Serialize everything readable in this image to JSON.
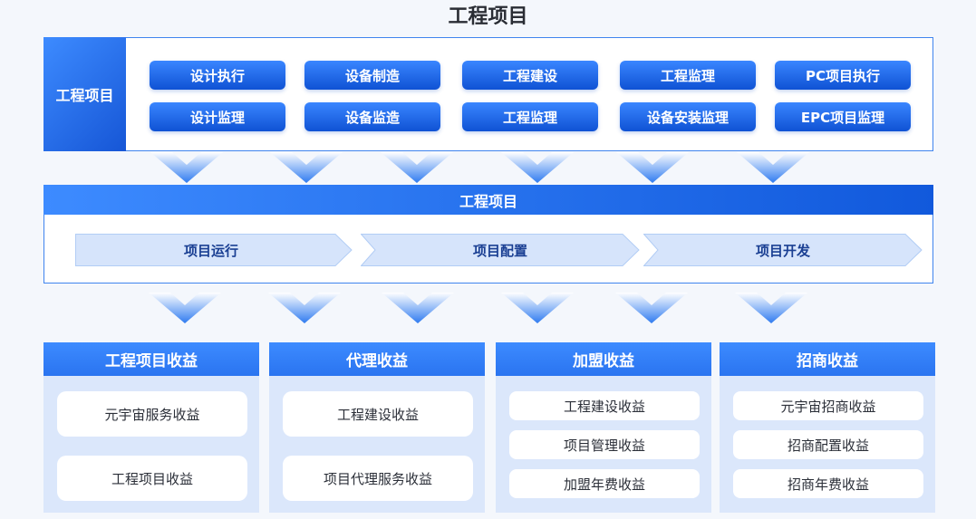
{
  "title": "工程项目",
  "section1": {
    "label": "工程项目",
    "items": [
      "设计执行",
      "设备制造",
      "工程建设",
      "工程监理",
      "PC项目执行",
      "设计监理",
      "设备监造",
      "工程监理",
      "设备安装监理",
      "EPC项目监理"
    ]
  },
  "section2": {
    "header": "工程项目",
    "steps": [
      "项目运行",
      "项目配置",
      "项目开发"
    ]
  },
  "section3": {
    "columns": [
      {
        "header": "工程项目收益",
        "items": [
          "元宇宙服务收益",
          "工程项目收益"
        ]
      },
      {
        "header": "代理收益",
        "items": [
          "工程建设收益",
          "项目代理服务收益"
        ]
      },
      {
        "header": "加盟收益",
        "items": [
          "工程建设收益",
          "项目管理收益",
          "加盟年费收益"
        ]
      },
      {
        "header": "招商收益",
        "items": [
          "元宇宙招商收益",
          "招商配置收益",
          "招商年费收益"
        ]
      }
    ]
  },
  "colors": {
    "accent": "#2a74f0",
    "accent_dark": "#0f52d4",
    "panel_bg": "#dbe7fb",
    "step_bg": "#d6e4fb",
    "step_text": "#1a3f93"
  }
}
